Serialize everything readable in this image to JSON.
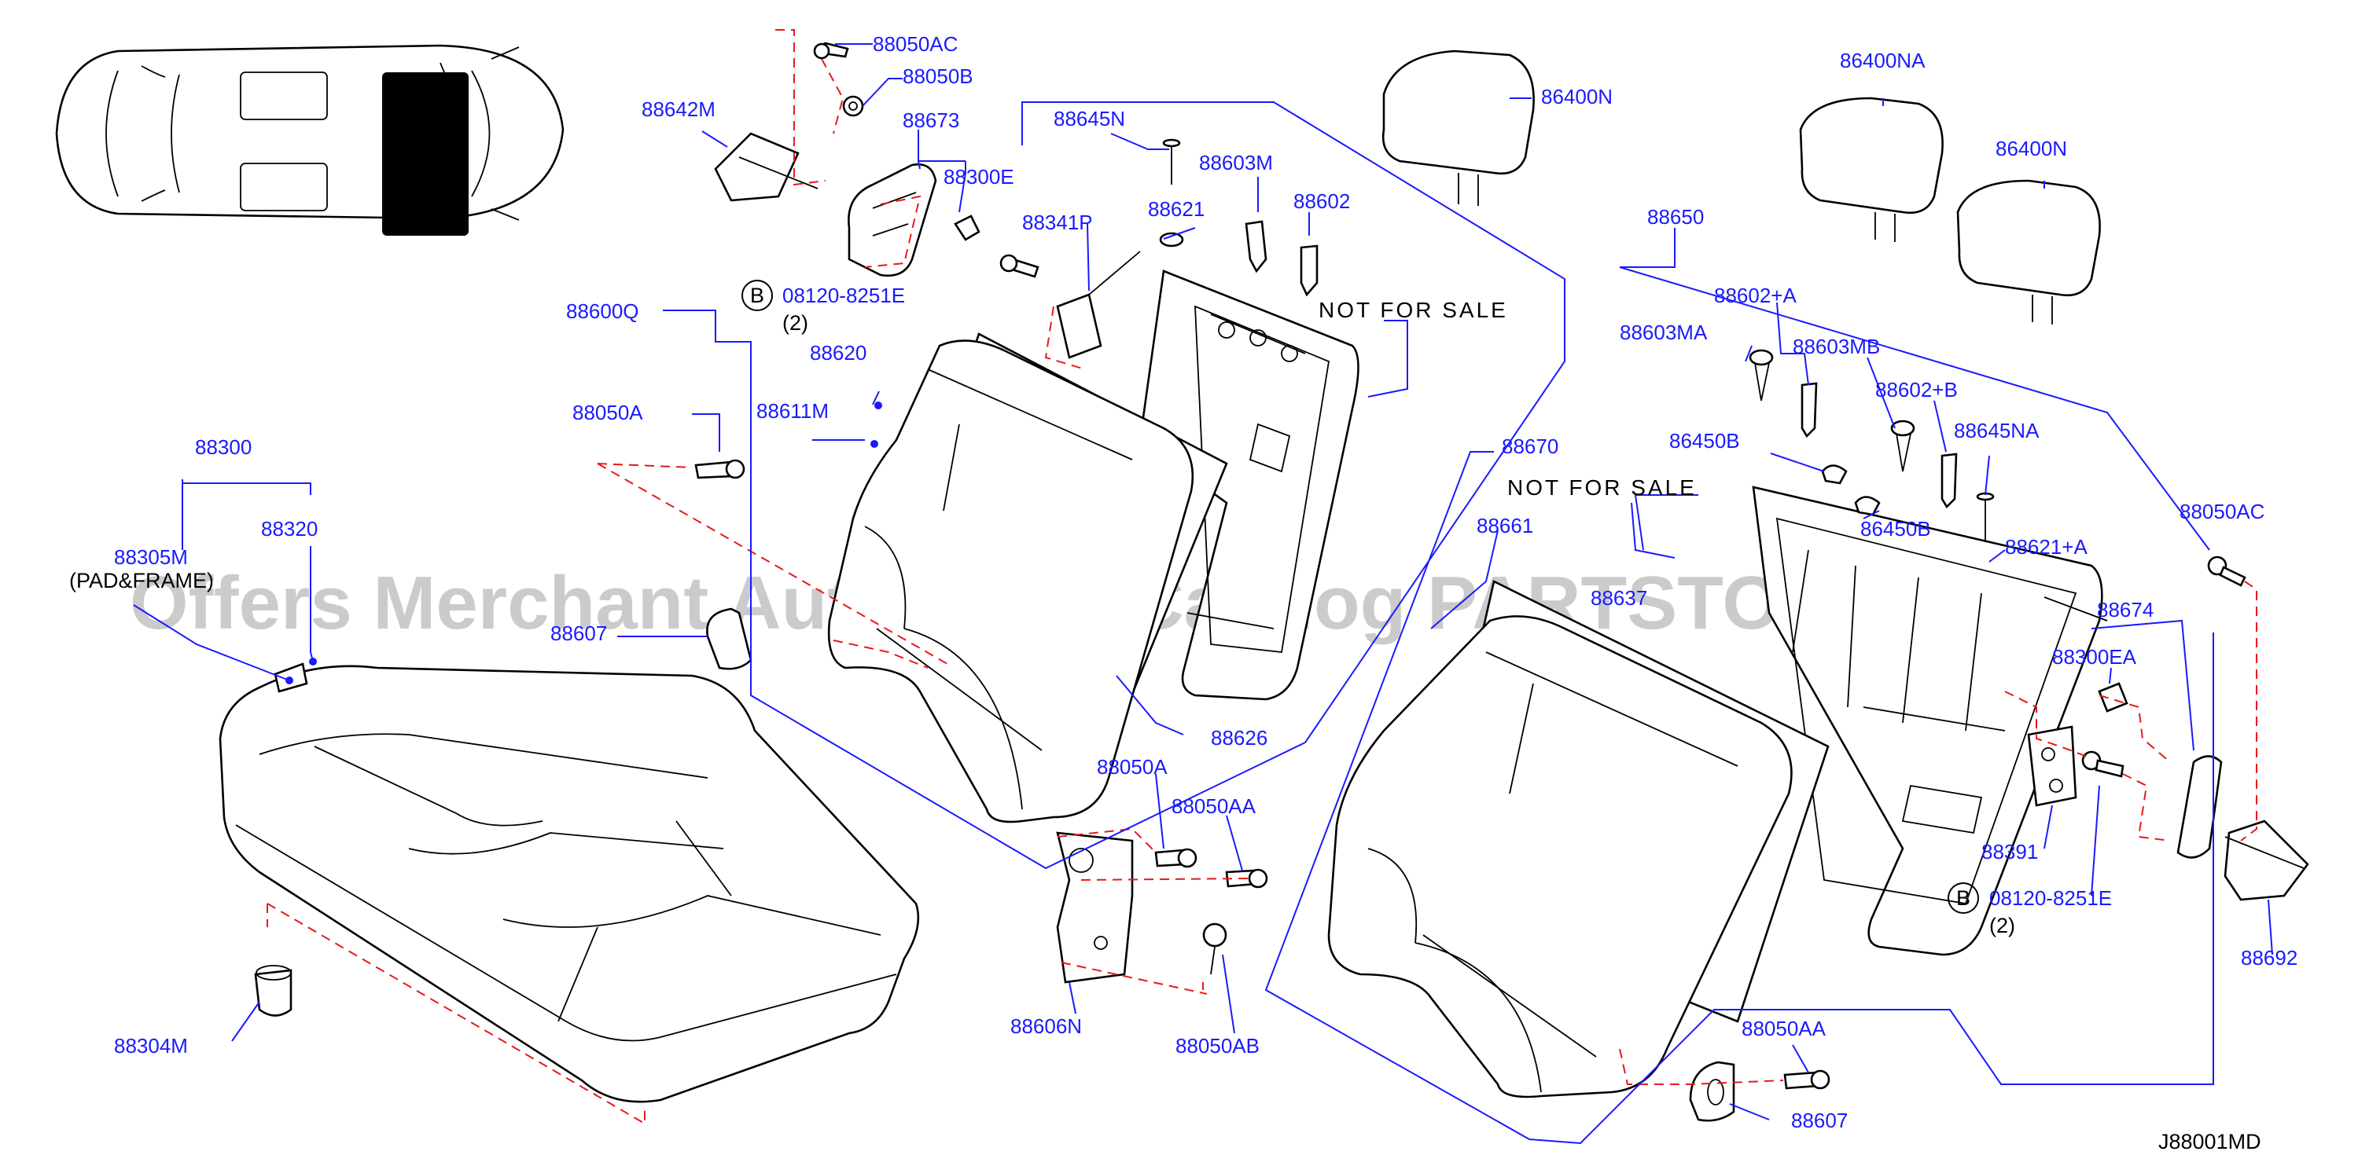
{
  "diagram_code": "J88001MD",
  "watermark": "Offers Merchant Auto Parts Catalog PARTSTORE.SA",
  "not_for_sale_text": "NOT FOR SALE",
  "bolt_symbol": "B",
  "labels": {
    "p88050AC_top": "88050AC",
    "p88050B": "88050B",
    "p88642M": "88642M",
    "p88673": "88673",
    "p88645N": "88645N",
    "p88300E": "88300E",
    "p88603M": "88603M",
    "p88621": "88621",
    "p88602": "88602",
    "p88341P": "88341P",
    "p86400N_left": "86400N",
    "p86400NA": "86400NA",
    "p86400N_right": "86400N",
    "p88650": "88650",
    "bolt_left": "08120-8251E",
    "qty_left": "(2)",
    "p88600Q": "88600Q",
    "p88620": "88620",
    "p88611M": "88611M",
    "p88050A_left": "88050A",
    "p88300": "88300",
    "p88320": "88320",
    "p88305M": "88305M",
    "pad_frame": "(PAD&FRAME)",
    "p88607_left": "88607",
    "p88626": "88626",
    "p88050A_mid": "88050A",
    "p88050AA_mid": "88050AA",
    "p88606N": "88606N",
    "p88050AB": "88050AB",
    "p88304M": "88304M",
    "p88602_A": "88602+A",
    "p88603MA": "88603MA",
    "p88603MB": "88603MB",
    "p88602_B": "88602+B",
    "p86450B_a": "86450B",
    "p88645NA": "88645NA",
    "p86450B_b": "86450B",
    "p88670": "88670",
    "p88661": "88661",
    "p886x7": "88637",
    "p88621_A": "88621+A",
    "p88050AC_right": "88050AC",
    "p88674": "88674",
    "p88300EA": "88300EA",
    "p88391": "88391",
    "bolt_right": "08120-8251E",
    "qty_right": "(2)",
    "p88692": "88692",
    "p88050AA_right": "88050AA",
    "p88607_right": "88607"
  },
  "colors": {
    "label_blue": "#1a1aff",
    "leader_blue": "#1a1aff",
    "dash_red": "#e8181c",
    "outline_black": "#000000",
    "watermark_gray": "#bdbdbd"
  }
}
